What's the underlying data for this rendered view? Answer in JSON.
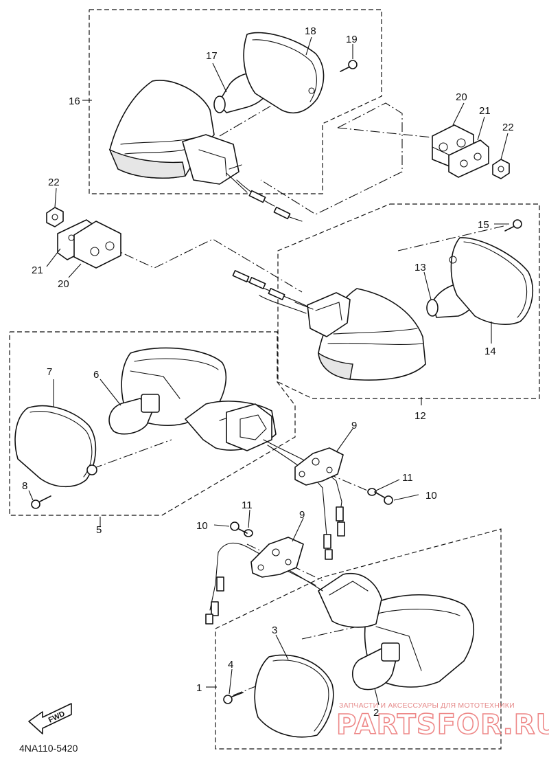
{
  "diagram_code": "4NA110-5420",
  "fwd_label": "FWD",
  "watermark": {
    "tagline": "ЗАПЧАСТИ И АКСЕССУАРЫ ДЛЯ МОТОТЕХНИКИ",
    "brand": "PARTSFOR.RU"
  },
  "callouts": {
    "c1": "1",
    "c2": "2",
    "c3": "3",
    "c4": "4",
    "c5": "5",
    "c6": "6",
    "c7": "7",
    "c8": "8",
    "c9a": "9",
    "c9b": "9",
    "c10a": "10",
    "c10b": "10",
    "c11a": "11",
    "c11b": "11",
    "c12": "12",
    "c13": "13",
    "c14": "14",
    "c15": "15",
    "c16": "16",
    "c17": "17",
    "c18": "18",
    "c19": "19",
    "c20a": "20",
    "c20b": "20",
    "c21a": "21",
    "c21b": "21",
    "c22a": "22",
    "c22b": "22"
  }
}
